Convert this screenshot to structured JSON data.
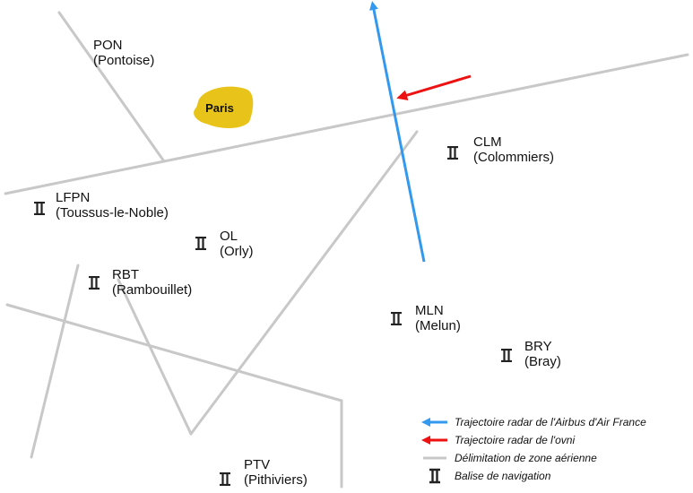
{
  "city": {
    "name": "Paris",
    "color": "#e8c41a"
  },
  "beacons": [
    {
      "code": "PON",
      "name": "(Pontoise)",
      "has_icon": false
    },
    {
      "code": "CLM",
      "name": "(Colommiers)",
      "has_icon": true
    },
    {
      "code": "LFPN",
      "name": "(Toussus-le-Noble)",
      "has_icon": true
    },
    {
      "code": "OL",
      "name": "(Orly)",
      "has_icon": true
    },
    {
      "code": "RBT",
      "name": "(Rambouillet)",
      "has_icon": true
    },
    {
      "code": "MLN",
      "name": "(Melun)",
      "has_icon": true
    },
    {
      "code": "BRY",
      "name": "(Bray)",
      "has_icon": true
    },
    {
      "code": "PTV",
      "name": "(Pithiviers)",
      "has_icon": true
    }
  ],
  "legend": {
    "airbus_track": {
      "label": "Trajectoire radar de l'Airbus d'Air France",
      "color": "#3399ee"
    },
    "ufo_track": {
      "label": "Trajectoire radar de l'ovni",
      "color": "#ee1111"
    },
    "airspace_boundary": {
      "label": "Délimitation de zone aérienne",
      "color": "#c8c8c8"
    },
    "nav_beacon": {
      "label": "Balise de navigation",
      "icon": "navigation-beacon-icon"
    }
  }
}
